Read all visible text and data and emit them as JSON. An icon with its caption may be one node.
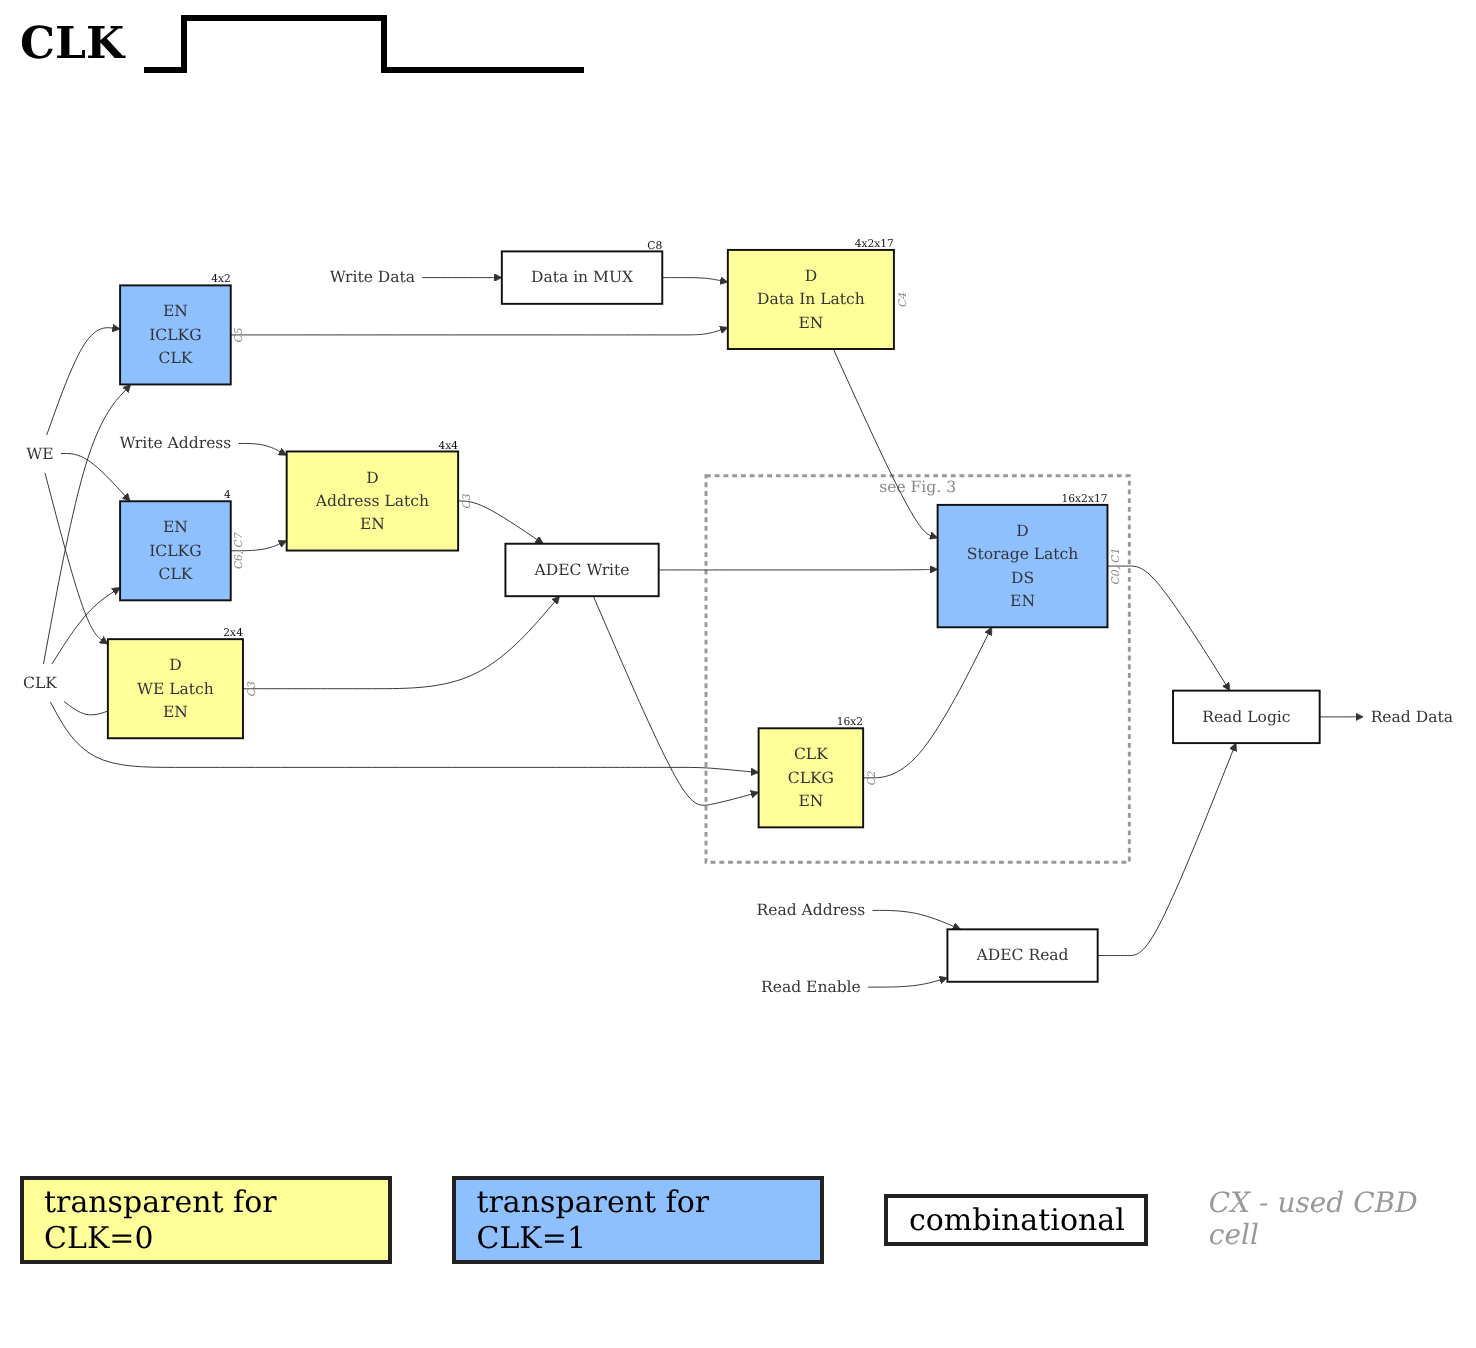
{
  "diagram": {
    "nodes": [
      {
        "text": [
          "Write Data"
        ]
      },
      {
        "text": [
          "WE"
        ]
      },
      {
        "text": [
          "CLK"
        ]
      },
      {
        "text": [
          "Data in MUX"
        ],
        "beside": [
          "C8"
        ]
      },
      {
        "text": [
          "D",
          "Data In Latch",
          "EN"
        ],
        "beside": [
          "4x2x17",
          "C4"
        ]
      },
      {
        "text": [
          "EN",
          "ICLKG",
          "CLK"
        ],
        "beside": [
          "4x2",
          "C5"
        ]
      },
      {
        "text": [
          "Write Address"
        ]
      },
      {
        "text": [
          "D",
          "Address Latch",
          "EN"
        ],
        "beside": [
          "4x4",
          "C3"
        ]
      },
      {
        "text": [
          "EN",
          "ICLKG",
          "CLK"
        ],
        "beside": [
          "4",
          "C6, C7"
        ]
      },
      {
        "text": [
          "D",
          "WE Latch",
          "EN"
        ],
        "beside": [
          "2x4",
          "C3"
        ]
      },
      {
        "text": [
          "Read Address"
        ]
      },
      {
        "text": [
          "Read Enable"
        ]
      },
      {
        "text": [
          "see Fig. 3"
        ]
      },
      {
        "text": [
          "D",
          "Storage Latch",
          "DS",
          "EN"
        ],
        "beside": [
          "16x2x17",
          "C0, C1"
        ],
        "in": 12
      },
      {
        "text": [
          "CLK",
          "CLKG",
          "EN"
        ],
        "beside": [
          "16x2",
          "C2"
        ],
        "in": 12
      },
      {
        "text": [
          "ADEC Write"
        ]
      },
      {
        "text": [
          "ADEC Read"
        ]
      },
      {
        "text": [
          "Read Logic"
        ]
      },
      {
        "text": [
          "Read Data"
        ]
      }
    ],
    "edges": [
      {
        "from": 0,
        "to": 3,
        "arrow": "to"
      },
      {
        "from": 3,
        "to": 4,
        "arrow": "to"
      },
      {
        "from": 1,
        "to": 5,
        "arrow": "to"
      },
      {
        "from": 2,
        "to": 5,
        "arrow": "to"
      },
      {
        "from": 5,
        "to": 4,
        "arrow": "to"
      },
      {
        "from": 2,
        "to": 14,
        "arrow": "to"
      },
      {
        "from": 6,
        "to": 7,
        "arrow": "to"
      },
      {
        "from": 1,
        "to": 8,
        "arrow": "to"
      },
      {
        "from": 2,
        "to": 8,
        "arrow": "to"
      },
      {
        "from": 8,
        "to": 7,
        "arrow": "to"
      },
      {
        "from": 1,
        "to": 9,
        "arrow": "to"
      },
      {
        "from": 2,
        "to": 9,
        "arrow": "none"
      },
      {
        "from": 4,
        "to": 13,
        "arrow": "to"
      },
      {
        "from": 7,
        "to": 15,
        "arrow": "to"
      },
      {
        "from": 9,
        "to": 15,
        "arrow": "to"
      },
      {
        "from": 15,
        "to": 13,
        "arrow": "to"
      },
      {
        "from": 15,
        "to": 14,
        "arrow": "to"
      },
      {
        "from": 14,
        "to": 13,
        "arrow": "to"
      },
      {
        "from": 13,
        "to": 17,
        "arrow": "to"
      },
      {
        "from": 10,
        "to": 16,
        "arrow": "to"
      },
      {
        "from": 11,
        "to": 16,
        "arrow": "to"
      },
      {
        "from": 16,
        "to": 17,
        "arrow": "to"
      },
      {
        "from": 17,
        "to": 18,
        "arrow": "to"
      }
    ],
    "labels": [
      "CLK",
      "CX - used CBD cell"
    ],
    "legend": [
      {
        "text": "transparent for CLK=0",
        "color": "#ffff99"
      },
      {
        "text": "transparent for CLK=1",
        "color": "#8ec0ff"
      },
      {
        "text": "combinational",
        "color": "#ffffff"
      }
    ]
  }
}
